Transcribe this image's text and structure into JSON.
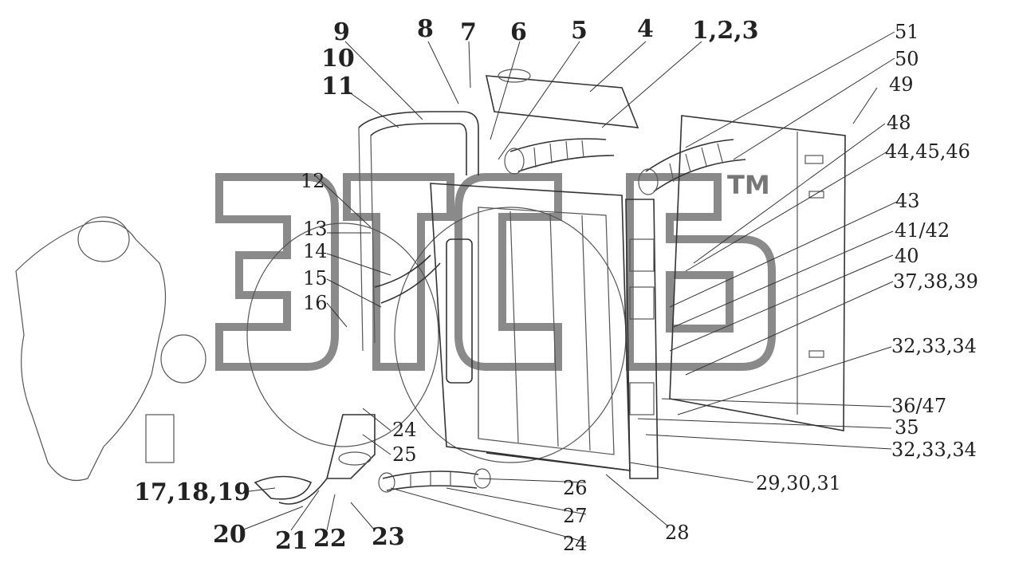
{
  "watermark": {
    "text": "ЭТСБ",
    "tm": "TM"
  },
  "callouts": [
    {
      "id": "c9",
      "text": "9"
    },
    {
      "id": "c8",
      "text": "8"
    },
    {
      "id": "c7",
      "text": "7"
    },
    {
      "id": "c6",
      "text": "6"
    },
    {
      "id": "c5",
      "text": "5"
    },
    {
      "id": "c4",
      "text": "4"
    },
    {
      "id": "c123",
      "text": "1,2,3"
    },
    {
      "id": "c10",
      "text": "10"
    },
    {
      "id": "c11",
      "text": "11"
    },
    {
      "id": "c12",
      "text": "12"
    },
    {
      "id": "c13",
      "text": "13"
    },
    {
      "id": "c14",
      "text": "14"
    },
    {
      "id": "c15",
      "text": "15"
    },
    {
      "id": "c16",
      "text": "16"
    },
    {
      "id": "c51",
      "text": "51"
    },
    {
      "id": "c50",
      "text": "50"
    },
    {
      "id": "c49",
      "text": "49"
    },
    {
      "id": "c48",
      "text": "48"
    },
    {
      "id": "c444546",
      "text": "44,45,46"
    },
    {
      "id": "c43",
      "text": "43"
    },
    {
      "id": "c4142",
      "text": "41/42"
    },
    {
      "id": "c40",
      "text": "40"
    },
    {
      "id": "c373839",
      "text": "37,38,39"
    },
    {
      "id": "c323334a",
      "text": "32,33,34"
    },
    {
      "id": "c3647",
      "text": "36/47"
    },
    {
      "id": "c35",
      "text": "35"
    },
    {
      "id": "c323334b",
      "text": "32,33,34"
    },
    {
      "id": "c293031",
      "text": "29,30,31"
    },
    {
      "id": "c24a",
      "text": "24"
    },
    {
      "id": "c25",
      "text": "25"
    },
    {
      "id": "c26",
      "text": "26"
    },
    {
      "id": "c27",
      "text": "27"
    },
    {
      "id": "c28",
      "text": "28"
    },
    {
      "id": "c24b",
      "text": "24"
    },
    {
      "id": "c171819",
      "text": "17,18,19"
    },
    {
      "id": "c20",
      "text": "20"
    },
    {
      "id": "c21",
      "text": "21"
    },
    {
      "id": "c22",
      "text": "22"
    },
    {
      "id": "c23",
      "text": "23"
    }
  ]
}
